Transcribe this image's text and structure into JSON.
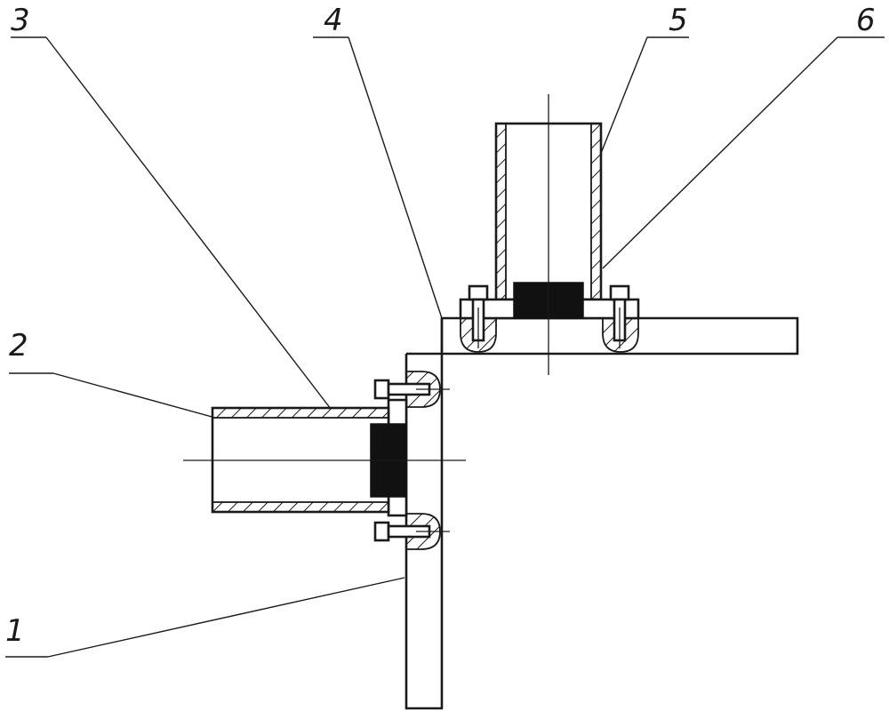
{
  "callouts": [
    {
      "id": "1",
      "label": "1"
    },
    {
      "id": "2",
      "label": "2"
    },
    {
      "id": "3",
      "label": "3"
    },
    {
      "id": "4",
      "label": "4"
    },
    {
      "id": "5",
      "label": "5"
    },
    {
      "id": "6",
      "label": "6"
    }
  ],
  "colors": {
    "ink": "#1a1a1a",
    "paper": "#ffffff"
  }
}
